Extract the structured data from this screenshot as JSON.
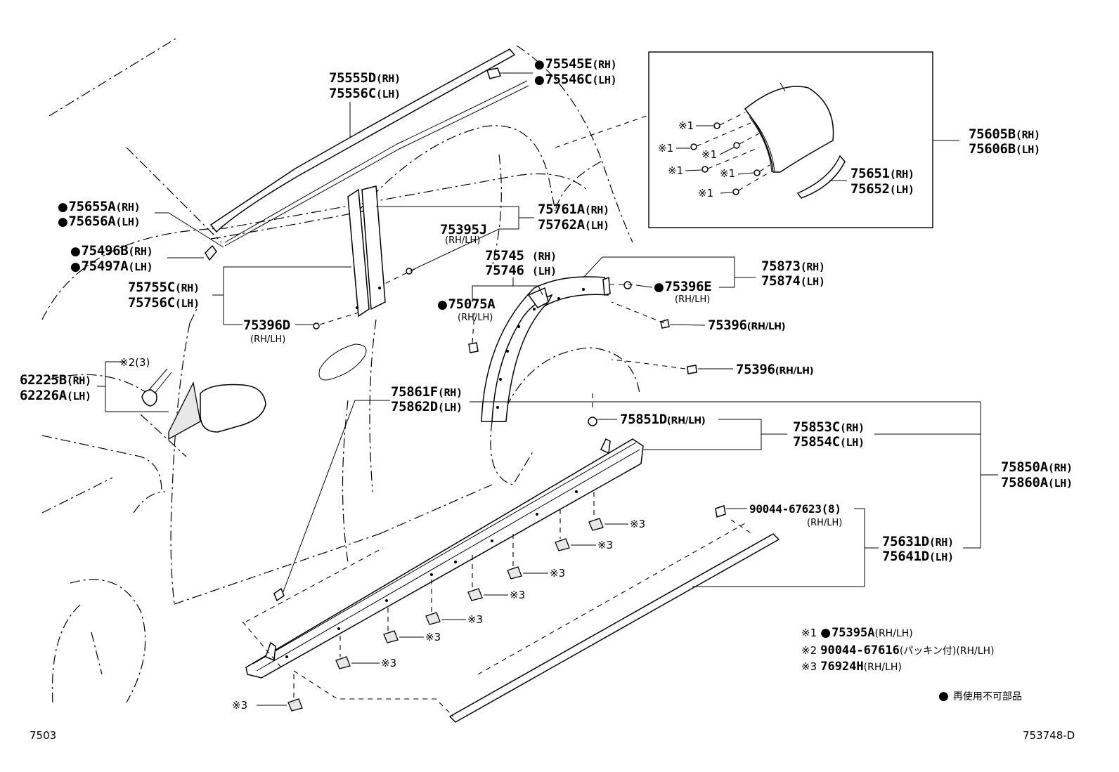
{
  "parts": {
    "p75555D": "75555D",
    "p75556C": "75556C",
    "p75545E": "75545E",
    "p75546C": "75546C",
    "p75655A": "75655A",
    "p75656A": "75656A",
    "p75496B": "75496B",
    "p75497A": "75497A",
    "p75761A": "75761A",
    "p75762A": "75762A",
    "p75395J": "75395J",
    "p75755C": "75755C",
    "p75756C": "75756C",
    "p75396D": "75396D",
    "p62225B": "62225B",
    "p62226A": "62226A",
    "p75745": "75745",
    "p75746": "75746",
    "p75075A": "75075A",
    "p75873": "75873",
    "p75874": "75874",
    "p75396E": "75396E",
    "p75396a": "75396",
    "p75396b": "75396",
    "p75861F": "75861F",
    "p75862D": "75862D",
    "p75851D": "75851D",
    "p75853C": "75853C",
    "p75854C": "75854C",
    "p75850A": "75850A",
    "p75860A": "75860A",
    "p90044_67623": "90044-67623(8)",
    "p75631D": "75631D",
    "p75641D": "75641D",
    "p75605B": "75605B",
    "p75606B": "75606B",
    "p75651": "75651",
    "p75652": "75652"
  },
  "suffix": {
    "rh": "(RH)",
    "lh": "(LH)",
    "rhlh": "(RH/LH)"
  },
  "marks": {
    "m1": "※1",
    "m2q": "※2(3)",
    "m3": "※3"
  },
  "legend": {
    "row1_mark": "※1",
    "row1_part": "75395A",
    "row1_note": "(RH/LH)",
    "row2_mark": "※2",
    "row2_part": "90044-67616",
    "row2_note": "(パッキン付)(RH/LH)",
    "row3_mark": "※3",
    "row3_part": "76924H",
    "row3_note": "(RH/LH)",
    "non_reusable": "再使用不可部品"
  },
  "footer": {
    "left_code": "7503",
    "right_code": "753748-D"
  }
}
